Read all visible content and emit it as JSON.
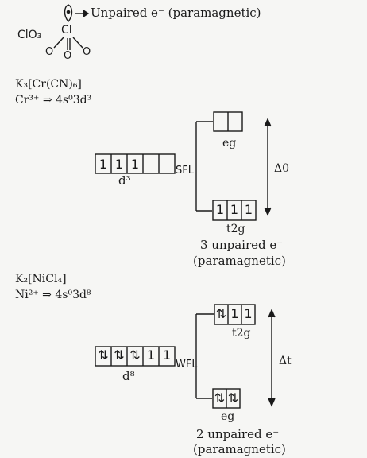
{
  "section1": {
    "molecule": "ClO₃",
    "center_atom": "Cl",
    "ligand_o": "O",
    "annotation": "Unpaired e⁻ (paramagnetic)"
  },
  "section2": {
    "complex": "K₃[Cr(CN)₆]",
    "ion_config": "Cr³⁺ ⇒ 4s⁰3d³",
    "ground_label": "d³",
    "field_label": "SFL",
    "upper_label": "eg",
    "lower_label": "t2g",
    "split_label": "Δ0",
    "result_line1": "3 unpaired e⁻",
    "result_line2": "(paramagnetic)",
    "ground_boxes": [
      "1",
      "1",
      "1",
      "",
      ""
    ],
    "upper_boxes": [
      "",
      ""
    ],
    "lower_boxes": [
      "1",
      "1",
      "1"
    ]
  },
  "section3": {
    "complex": "K₂[NiCl₄]",
    "ion_config": "Ni²⁺ ⇒ 4s⁰3d⁸",
    "ground_label": "d⁸",
    "field_label": "WFL",
    "upper_label": "t2g",
    "lower_label": "eg",
    "split_label": "Δt",
    "result_line1": "2 unpaired e⁻",
    "result_line2": "(paramagnetic)",
    "ground_boxes": [
      "⇅",
      "⇅",
      "⇅",
      "1",
      "1"
    ],
    "upper_boxes": [
      "⇅",
      "1",
      "1"
    ],
    "lower_boxes": [
      "⇅",
      "⇅"
    ]
  },
  "colors": {
    "ink": "#1a1a1a",
    "paper": "#f6f6f4"
  }
}
